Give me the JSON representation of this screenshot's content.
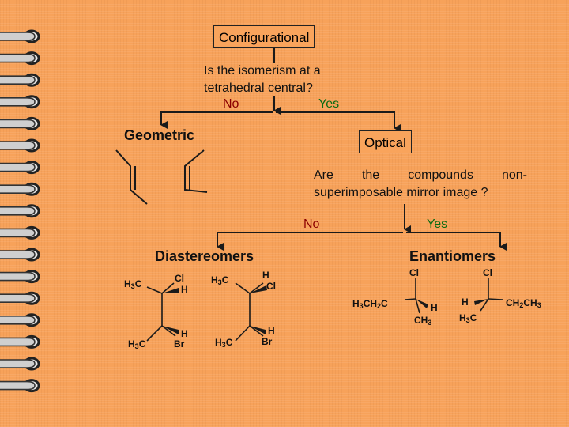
{
  "root": {
    "label": "Configurational"
  },
  "question1": {
    "line1": "Is the isomerism at a",
    "line2": "tetrahedral central?",
    "no": "No",
    "yes": "Yes"
  },
  "geometric": {
    "label": "Geometric"
  },
  "optical": {
    "label": "Optical"
  },
  "question2": {
    "line1_words": [
      "Are",
      "the",
      "compounds",
      "non-"
    ],
    "line2": "superimposable mirror image ?",
    "no": "No",
    "yes": "Yes"
  },
  "diastereomers": {
    "label": "Diastereomers"
  },
  "enantiomers": {
    "label": "Enantiomers"
  },
  "molecules": {
    "d1": {
      "c1_left": "H3C",
      "c1_top": "Cl",
      "c1_right": "H",
      "c2_left": "H3C",
      "c2_top": "H",
      "c2_right": "Br"
    },
    "d2": {
      "c1_left": "H3C",
      "c1_top": "H",
      "c1_right": "Cl",
      "c2_left": "H3C",
      "c2_top": "H",
      "c2_right": "Br"
    },
    "e1": {
      "top": "Cl",
      "left": "H3CH2C",
      "right": "H",
      "bottom": "CH3"
    },
    "e2": {
      "top": "Cl",
      "left": "H",
      "right": "CH2CH3",
      "bottom": "H3C"
    }
  },
  "colors": {
    "background": "#f7a25a",
    "no_text": "#8b0000",
    "yes_text": "#0a6b12",
    "line": "#1a1a1a"
  }
}
